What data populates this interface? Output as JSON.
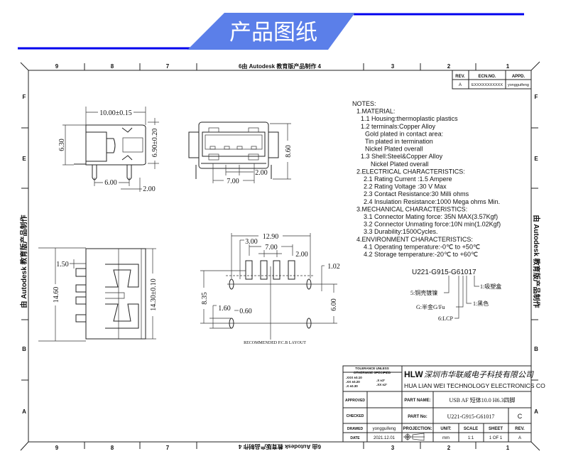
{
  "header": {
    "title": "产品图纸",
    "accent_color": "#0000ee",
    "banner_color": "#5b7fe9"
  },
  "frame": {
    "watermark": "由 Autodesk 教育版产品制作",
    "top_columns": [
      "9",
      "8",
      "7",
      "6由 Autodesk 教育版产品制作 4",
      "3",
      "2",
      "1"
    ],
    "bottom_columns": [
      "9",
      "8",
      "7",
      "6由 Autodesk 教育版产品制作 4",
      "3",
      "2",
      "1"
    ],
    "left_rows": [
      "F",
      "E",
      "B",
      "A"
    ],
    "right_rows": [
      "F",
      "E",
      "B",
      "A"
    ]
  },
  "revision_table": {
    "headers": [
      "REV.",
      "ECN.NO.",
      "APPD."
    ],
    "row": [
      "A",
      "EXXXXXXXXXXX",
      "yongguifeng"
    ]
  },
  "side_view": {
    "width": "10.00±0.15",
    "height": "6.30",
    "height2": "6.90±0.20",
    "pin_pitch": "6.00",
    "pin_offset": "2.00"
  },
  "front_view": {
    "height": "8.60",
    "pin_span": "7.00",
    "pin_pitch": "2.00"
  },
  "top_view": {
    "length": "14.60",
    "tab": "1.50",
    "length2": "14.30±0.10"
  },
  "pcb_layout": {
    "width": "12.90",
    "edge": "3.00",
    "span": "7.00",
    "pitch": "2.00",
    "row_gap": "1.02",
    "depth": "8.35",
    "slot": "1.60",
    "slot_w": "0.60",
    "hole_gap": "6.00",
    "caption": "RECOMMENDED  P.C.B LAYOUT"
  },
  "notes": [
    "NOTES:",
    "1.MATERIAL:",
    "1.1 Housing:thermoplastic plastics",
    "1.2 terminals:Copper Alloy",
    "Gold plated in contact area:",
    "Tin plated in termination",
    "Nickel Plated overall",
    "1.3 Shell:Steel&Copper Alloy",
    "Nickel Plated overall",
    "2.ELECTRICAL CHARACTERISTICS:",
    "2.1 Rating Current :1.5 Ampere",
    "2.2 Rating Voltage :30 V Max",
    "2.3 Contact Resistance:30 Milli ohms",
    "2.4 Insulation Resistance:1000 Mega ohms Min.",
    "3.MECHANICAL CHARACTERISTICS:",
    "3.1 Connector Mating force: 35N MAX(3.57Kgf)",
    "3.2 Connector Unmating force:10N min(1.02Kgf)",
    "3.3 Durability:1500Cycles.",
    "4.ENVIRONMENT CHARACTERISTICS:",
    "4.1 Operating temperature:-0℃ to +50℃",
    "4.2 Storage temperature:-20℃ to +60℃"
  ],
  "part_code": {
    "code": "U221-G915-G61017",
    "callouts": [
      "1:吸塑盒",
      "5:铜壳镀镍",
      "1:黑色",
      "G:半金G/Fu",
      "6:LCP"
    ]
  },
  "title_block": {
    "tolerance_title1": "TOLERANCE UNLESS",
    "tolerance_title2": "OTHERWISE SPECIFIED",
    "tol_left": [
      ".XXX ±0.10",
      ".XX  ±0.20",
      ".X   ±0.30"
    ],
    "tol_right": [
      ".X  ±3°",
      ".XX ±2°"
    ],
    "logo": "HLW",
    "company_cn": "深圳市华联威电子科技有限公司",
    "company_en": "HUA LIAN WEI TECHNOLOGY ELECTRONICS CO",
    "approved_label": "APPROVED",
    "approved_value": "",
    "checked_label": "CHECKED",
    "checked_value": "",
    "drawed_label": "DRAWED",
    "drawed_value": "yongguifeng",
    "date_label": "DATE",
    "date_value": "2021.12.01",
    "part_name_label": "PART NAME:",
    "part_name": "USB AF 短体10.0 H6.3四脚",
    "part_no_label": "PART No:",
    "part_no": "U221-G915-G61017",
    "part_rev": "C",
    "projection_label": "PROJECTION:",
    "unit_label": "UNIT:",
    "unit": "mm",
    "scale_label": "SCALE",
    "scale": "1:1",
    "sheet_label": "SHEET",
    "sheet": "1 OF 1",
    "rev_label": "REV.",
    "rev": "A"
  }
}
